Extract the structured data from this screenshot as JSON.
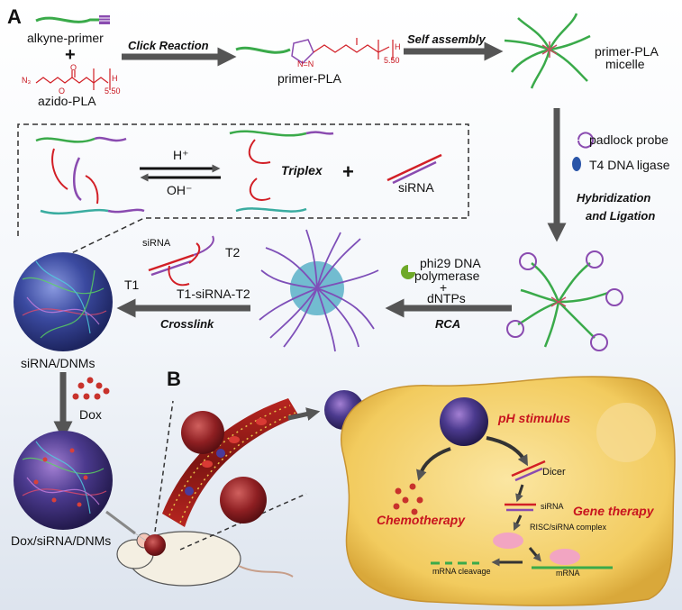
{
  "panels": {
    "a": "A",
    "b": "B"
  },
  "labels": {
    "alkyne_primer": "alkyne-primer",
    "plus": "+",
    "azido_pla": "azido-PLA",
    "click_reaction": "Click Reaction",
    "primer_pla": "primer-PLA",
    "self_assembly": "Self assembly",
    "primer_pla_micelle_1": "primer-PLA",
    "primer_pla_micelle_2": "micelle",
    "padlock_probe": "padlock probe",
    "t4_ligase": "T4 DNA ligase",
    "hybridization_1": "Hybridization",
    "hybridization_2": "and Ligation",
    "phi29_1": "phi29 DNA",
    "phi29_2": "polymerase",
    "phi29_plus": "+",
    "dntps": "dNTPs",
    "rca": "RCA",
    "crosslink": "Crosslink",
    "sirna_top": "siRNA",
    "t2": "T2",
    "t1": "T1",
    "t1_sirna_t2": "T1-siRNA-T2",
    "sirna_dnms": "siRNA/DNMs",
    "dox": "Dox",
    "dox_sirna_dnms": "Dox/siRNA/DNMs",
    "h_plus": "H⁺",
    "oh_minus": "OH⁻",
    "triplex": "Triplex",
    "inset_plus": "+",
    "inset_sirna": "siRNA",
    "ph_stimulus": "pH stimulus",
    "dicer": "Dicer",
    "cell_sirna": "siRNA",
    "gene_therapy": "Gene therapy",
    "chemotherapy": "Chemotherapy",
    "risc": "RISC/siRNA complex",
    "mrna": "mRNA",
    "mrna_cleavage": "mRNA cleavage",
    "chem_n3": "N₃",
    "chem_o1": "O",
    "chem_o2": "O",
    "chem_h1": "H",
    "chem_n1": "5.50",
    "chem_n2": "5.50",
    "chem_h2": "H",
    "chem_nn": "N=N"
  },
  "colors": {
    "arrow": "#555555",
    "green_strand": "#3aaa4a",
    "purple_strand": "#8a4bb0",
    "red_chem": "#d21f26",
    "cell": "#f0c85c",
    "vessel": "#9e1a17"
  }
}
